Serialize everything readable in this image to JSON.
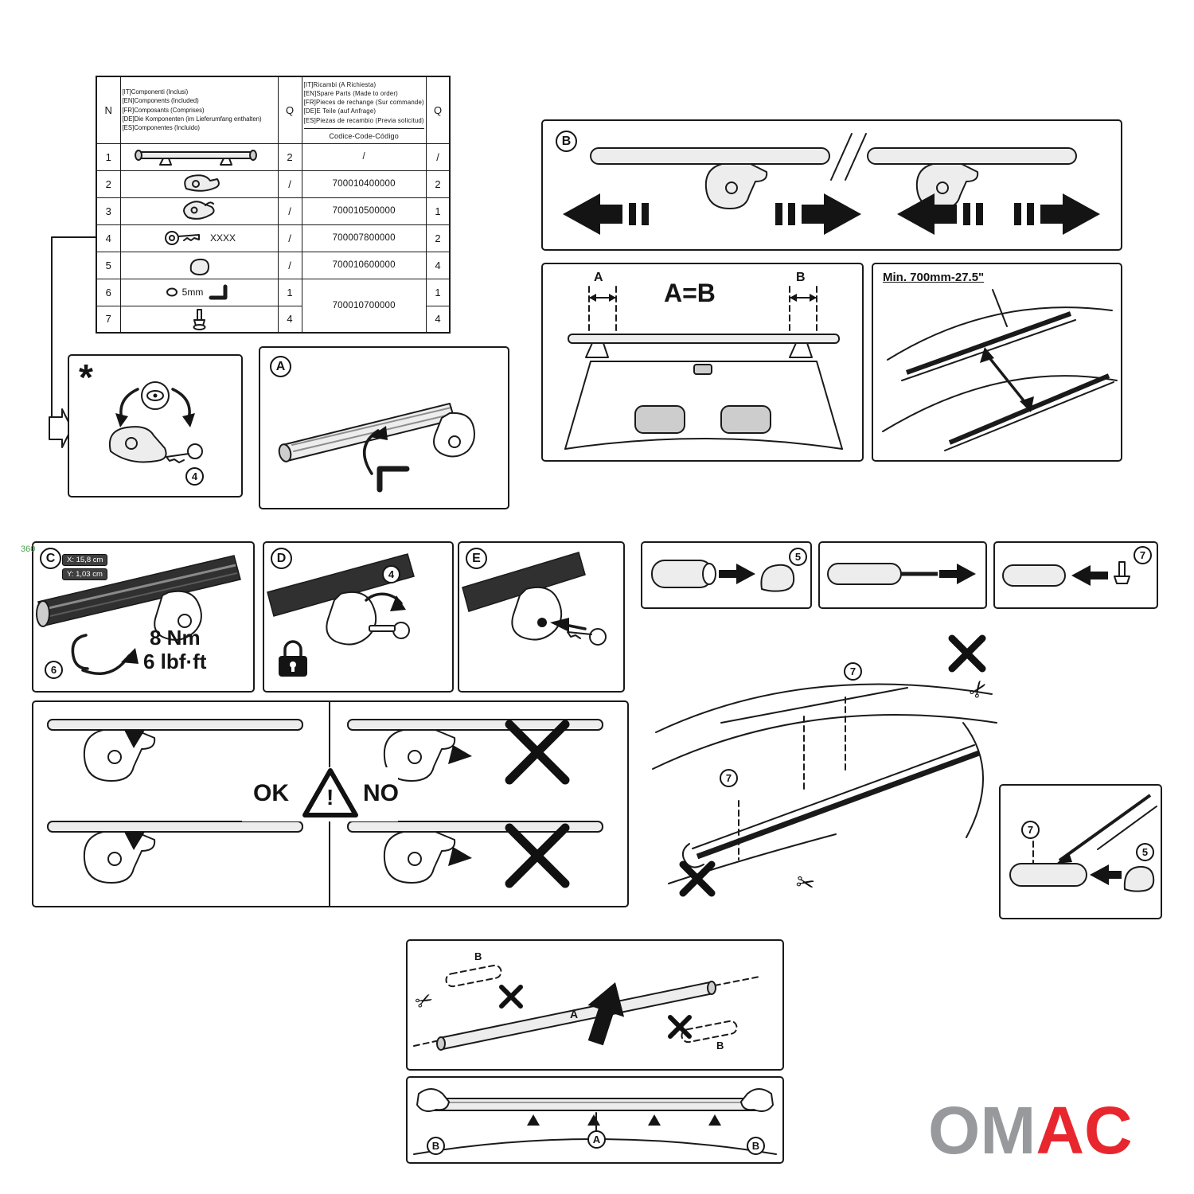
{
  "doc": {
    "ink": "#1a1a1a",
    "accent_red": "#e8262d",
    "logo_gray": "#97999c"
  },
  "icons": {
    "scissors": "✂"
  },
  "table": {
    "col_n": "N",
    "col_q_included": "Q",
    "col_q_spare": "Q",
    "included_header": [
      "[IT]Componenti (Inclusi)",
      "[EN]Components (Included)",
      "[FR]Composants (Comprises)",
      "[DE]Die Komponenten (im Lieferumfang enthalten)",
      "[ES]Componentes (Incluido)"
    ],
    "spare_header": [
      "[IT]Ricambi (A Richiesta)",
      "[EN]Spare Parts (Made to order)",
      "[FR]Pieces de rechange (Sur commande)",
      "[DE]E Teile (auf Anfrage)",
      "[ES]Piezas de recambio (Previa solicitud)"
    ],
    "code_header": "Codice-Code-Código",
    "rows": [
      {
        "n": "1",
        "item": "roof-cross-bar",
        "q_included": "2",
        "code": "/",
        "q_spare": "/"
      },
      {
        "n": "2",
        "item": "clamp-foot-cover",
        "q_included": "/",
        "code": "700010400000",
        "q_spare": "2"
      },
      {
        "n": "3",
        "item": "clamp-hook",
        "q_included": "/",
        "code": "700010500000",
        "q_spare": "1"
      },
      {
        "n": "4",
        "item": "lock-key",
        "label": "XXXX",
        "q_included": "/",
        "code": "700007800000",
        "q_spare": "2"
      },
      {
        "n": "5",
        "item": "end-cap",
        "q_included": "/",
        "code": "700010600000",
        "q_spare": "4"
      },
      {
        "n": "6",
        "item": "allen-key",
        "label": "5mm",
        "q_included": "1",
        "code": "700010700000",
        "q_spare": "1"
      },
      {
        "n": "7",
        "item": "t-bolt",
        "q_included": "4",
        "code": "",
        "q_spare": "4"
      }
    ]
  },
  "panels": {
    "star": {
      "label": "*",
      "part_ref": "4"
    },
    "a": {
      "label": "A"
    },
    "b": {
      "label": "B"
    },
    "measure": {
      "dim_a": "A",
      "dim_b": "B",
      "equation": "A=B"
    },
    "min_distance": {
      "text": "Min. 700mm-27.5\""
    },
    "c": {
      "label": "C",
      "x_dim": "X: 15,8 cm",
      "y_dim": "Y: 1,03 cm",
      "torque_nm": "8 Nm",
      "torque_lbf": "6 lbf·ft",
      "part_ref": "6"
    },
    "d": {
      "label": "D",
      "part_ref": "4"
    },
    "e": {
      "label": "E"
    },
    "endcap_step": {
      "part_ref": "5"
    },
    "tbolt_step": {
      "part_ref": "7"
    },
    "ok_no": {
      "ok": "OK",
      "no": "NO",
      "warn": "!"
    },
    "roof_fit": {
      "part_ref_top": "7",
      "part_ref_bottom": "7"
    },
    "corner_detail": {
      "part_ref_bolt": "7",
      "part_ref_cap": "5"
    },
    "lift": {
      "label_a": "A",
      "label_b_left": "B",
      "label_b_right": "B"
    },
    "place": {
      "label_a": "A",
      "label_b_left": "B",
      "label_b_right": "B"
    }
  },
  "logo": {
    "part1": "OM",
    "part2": "AC"
  },
  "watermark": "360"
}
